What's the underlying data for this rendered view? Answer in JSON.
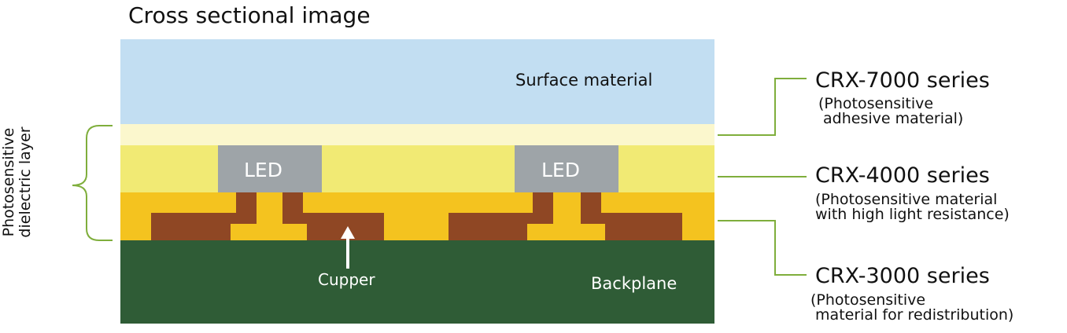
{
  "title": "Cross sectional image",
  "layers": {
    "surface": "Surface material",
    "led_1": "LED",
    "led_2": "LED",
    "cupper": "Cupper",
    "backplane": "Backplane"
  },
  "dielectric_label": "Photosensitive\ndielectric layer",
  "series": [
    {
      "name": "CRX-7000 series",
      "desc": "(Photosensitive\n adhesive material)"
    },
    {
      "name": "CRX-4000 series",
      "desc": "(Photosensitive material\nwith high light resistance)"
    },
    {
      "name": "CRX-3000 series",
      "desc": "(Photosensitive\n material for redistribution)"
    }
  ],
  "colors": {
    "surface": "#c2def2",
    "adhesive": "#fbf7cd",
    "led_layer": "#f1ea74",
    "redistribution": "#f4c31f",
    "copper": "#8f4724",
    "led": "#9ea4a8",
    "backplane": "#2f5c36",
    "leader": "#7fae3c"
  }
}
